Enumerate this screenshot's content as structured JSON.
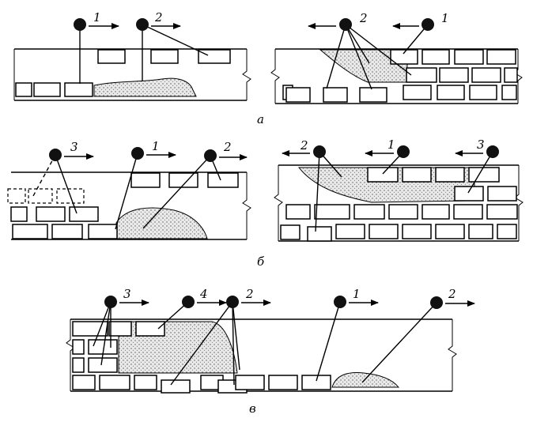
{
  "captions": {
    "a": "а",
    "b": "б",
    "v": "в"
  },
  "labels": {
    "a_left_1": "1",
    "a_left_2": "2",
    "a_right_2": "2",
    "a_right_1": "1",
    "b_left_3": "3",
    "b_left_1": "1",
    "b_left_2": "2",
    "b_right_2": "2",
    "b_right_1": "1",
    "b_right_3": "3",
    "v_3": "3",
    "v_4": "4",
    "v_2a": "2",
    "v_1": "1",
    "v_2b": "2"
  }
}
